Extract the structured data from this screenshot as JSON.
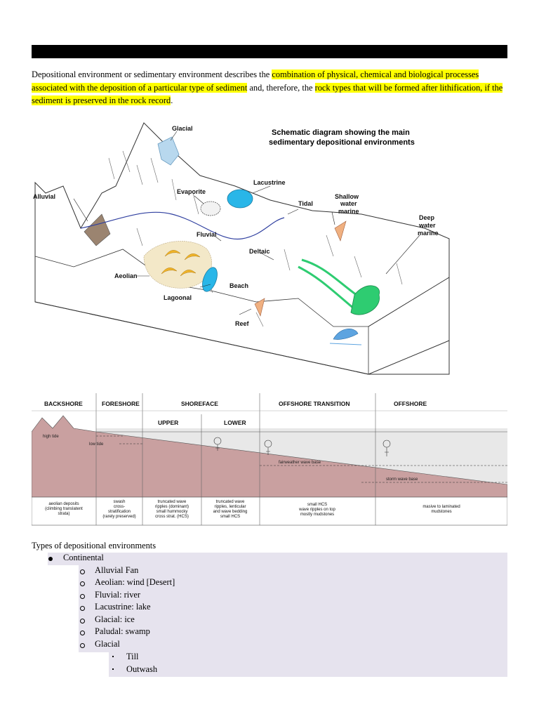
{
  "intro": {
    "part1": "Depositional environment or sedimentary environment describes the ",
    "hl1": "combination of physical, chemical and biological processes associated with the deposition of a particular type of sediment",
    "part2": " and, therefore, the ",
    "hl2": "rock types that will be formed after lithification, if the sediment is preserved in the rock record",
    "part3": "."
  },
  "figure1": {
    "title_line1": "Schematic diagram showing the main",
    "title_line2": "sedimentary depositional environments",
    "labels": {
      "glacial": "Glacial",
      "alluvial": "Alluvial",
      "evaporite": "Evaporite",
      "lacustrine": "Lacustrine",
      "tidal": "Tidal",
      "shallow_1": "Shallow",
      "shallow_2": "water",
      "shallow_3": "marine",
      "deep_1": "Deep",
      "deep_2": "water",
      "deep_3": "marine",
      "fluvial": "Fluvial",
      "deltaic": "Deltaic",
      "aeolian": "Aeolian",
      "beach": "Beach",
      "lagoonal": "Lagoonal",
      "reef": "Reef"
    },
    "colors": {
      "glacier": "#b8d8ee",
      "lake": "#29b6e8",
      "delta": "#2ecc71",
      "sand": "#f0b429",
      "fan": "#9b8470",
      "reef": "#f0b080"
    }
  },
  "figure2": {
    "zones": [
      "BACKSHORE",
      "FORESHORE",
      "SHOREFACE",
      "OFFSHORE TRANSITION",
      "OFFSHORE"
    ],
    "subzones": [
      "UPPER",
      "LOWER"
    ],
    "tides": {
      "high": "high tide",
      "low": "low tide"
    },
    "bases": {
      "fairweather": "fairweather wave base",
      "storm": "storm wave base"
    },
    "descriptions": [
      [
        "aeolian deposits",
        "(climbing translatent",
        "strata)"
      ],
      [
        "swash",
        "cross-",
        "stratification",
        "(rarely preserved)"
      ],
      [
        "truncated wave",
        "ripples (dominant)",
        "small hummocky",
        "cross strat. (HCS)"
      ],
      [
        "truncated wave",
        "ripples, lenticular",
        "and wave bedding",
        "small HCS"
      ],
      [
        "small HCS",
        "wave ripples on top",
        "mostly mudstones"
      ],
      [
        "masive to laminated",
        "mudstones"
      ]
    ],
    "colors": {
      "land": "#c9a0a0",
      "water": "#e8e8e8"
    }
  },
  "types": {
    "heading": "Types of depositional environments",
    "continental": "Continental",
    "items": [
      "Alluvial Fan",
      "Aeolian: wind [Desert]",
      "Fluvial: river",
      "Lacustrine: lake",
      "Glacial: ice",
      "Paludal: swamp",
      "Glacial"
    ],
    "subitems": [
      "Till",
      "Outwash"
    ]
  }
}
